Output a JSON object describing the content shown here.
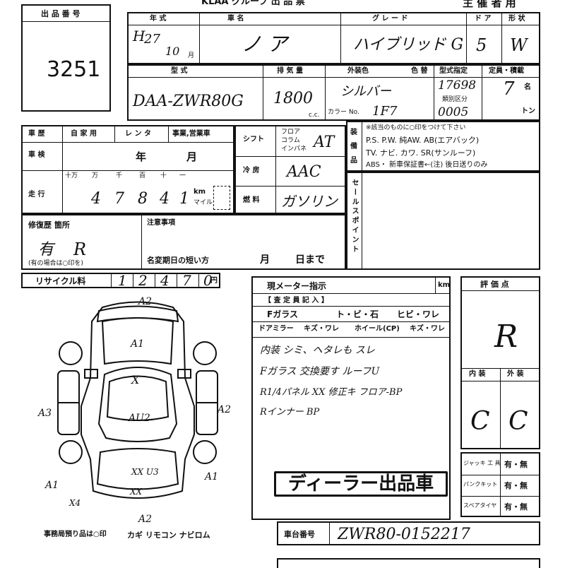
{
  "header": {
    "title": "KLAA  グループ 出 品 票",
    "subtitle": "主 催 者 用"
  },
  "lot": {
    "label": "出 品 番 号",
    "number": "3251"
  },
  "year": {
    "label": "年 式",
    "era": "H",
    "year": "27",
    "month": "10",
    "month_unit": "月"
  },
  "car_name": {
    "label": "車 名",
    "value": "ノ ア"
  },
  "grade": {
    "label": "グ レ ー ド",
    "value": "ハイブリッド G"
  },
  "doors": {
    "label": "ド ア",
    "value": "5"
  },
  "shape": {
    "label": "形 状",
    "value": "W"
  },
  "model": {
    "label": "型 式",
    "value": "DAA-ZWR80G"
  },
  "displacement": {
    "label": "排 気 量",
    "value": "1800",
    "unit": "c.c."
  },
  "exterior": {
    "label": "外装色",
    "value": "シルバー",
    "color_no_label": "カラー No.",
    "color_no": "1F7"
  },
  "color_change": {
    "label": "色 替"
  },
  "type_spec": {
    "label": "型式指定",
    "value": "17698",
    "class_label": "類別区分",
    "class_value": "0005"
  },
  "capacity": {
    "label": "定員・積載",
    "value": "7",
    "unit_name": "名",
    "unit_ton": "トン"
  },
  "history": {
    "label": "車 歴",
    "options": [
      "自 家 用",
      "レ ン タ",
      "事業,営業車"
    ],
    "inspection_label": "車 検",
    "year_unit": "年",
    "month_unit": "月",
    "mileage_label": "走 行",
    "digits_units": [
      "十万",
      "万",
      "千",
      "百",
      "十",
      "一"
    ],
    "digits": [
      "",
      "4",
      "7",
      "8",
      "4",
      "1"
    ],
    "km_label": "km",
    "mile_label": "マイル"
  },
  "shift": {
    "label": "シフト",
    "options": [
      "フロア",
      "コラム",
      "インパネ"
    ],
    "value": "AT"
  },
  "ac": {
    "label": "冷 房",
    "value": "AAC"
  },
  "fuel": {
    "label": "燃 料",
    "value": "ガソリン"
  },
  "equipment": {
    "label": "装 備 品",
    "note": "※該当のものに○印をつけて下さい",
    "line1": "P.S. P.W. 純AW. AB(エアバック)",
    "line2": "TV. ナビ. カワ. SR(サンルーフ)",
    "line3": "ABS・ 新車保証書←(注) 後日送りのみ"
  },
  "sales_point": {
    "label": "セ ー ル ス ポ イ ン ト"
  },
  "repair": {
    "label": "修復歴 箇所",
    "value": "有",
    "mark": "R",
    "note": "(有の場合は○印を)"
  },
  "notes": {
    "label": "注意事項",
    "short_label": "名変期日の短い方",
    "month": "月",
    "day": "日まで"
  },
  "recycle": {
    "label": "リサイクル料",
    "digits": [
      "1",
      "2",
      "4",
      "7",
      "0"
    ],
    "unit": "円"
  },
  "meter": {
    "label": "現メーター指示",
    "unit": "km"
  },
  "inspector": {
    "label": "【 査 定 員 記 入 】",
    "fglass_label": "Fガラス",
    "fglass_opts": "ト・ビ・石",
    "crack_opts": "ヒビ・ワレ",
    "mirror_label": "ドアミラー",
    "mirror_opts": "キズ・ワレ",
    "wheel_label": "ホイール(CP)",
    "wheel_opts": "キズ・ワレ",
    "notes": [
      "内装 シミ、ヘタレも スレ",
      "Fガラス 交換要す ルーフU",
      "R1/4パネル XX 修正キ フロア-BP",
      "Rインナー BP"
    ],
    "stamp": "ディーラー出品車"
  },
  "score": {
    "label": "評 価 点",
    "value": "R",
    "interior_label": "内 装",
    "exterior_label": "外 装",
    "interior": "C",
    "exterior": "C"
  },
  "tools": [
    {
      "label": "ジャッキ 工 具",
      "value": "有・無"
    },
    {
      "label": "パンクキット",
      "value": "有・無"
    },
    {
      "label": "スペアタイヤ",
      "value": "有・無"
    }
  ],
  "chassis": {
    "label": "車台番号",
    "value": "ZWR80-0152217"
  },
  "office": {
    "label": "事務局預り品は○印",
    "items": "カギ  リモコン  ナビロム"
  },
  "diagram": {
    "marks": [
      "A2",
      "A1",
      "X",
      "AU2",
      "A3",
      "A2",
      "A1",
      "A1",
      "XX U3",
      "XX",
      "X4",
      "A2"
    ]
  }
}
